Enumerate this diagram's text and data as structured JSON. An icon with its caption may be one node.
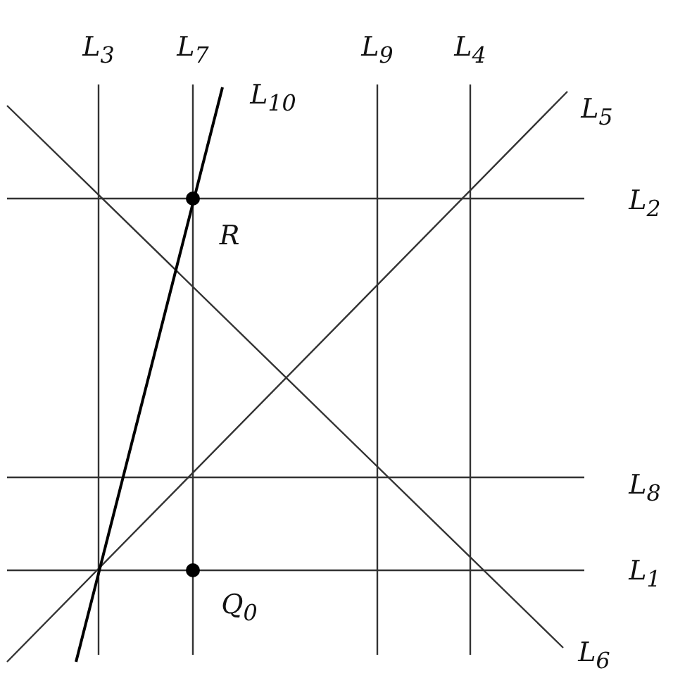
{
  "diagram": {
    "labels": [
      "L$_{3}$",
      "L$_{7}$",
      "L$_{10}$",
      "L$_{9}$",
      "L$_{4}$",
      "L$_{5}$",
      "L$_{2}$",
      "R",
      "L$_{8}$",
      "L$_{1}$",
      "Q$_{0}$",
      "L$_{6}$"
    ]
  }
}
